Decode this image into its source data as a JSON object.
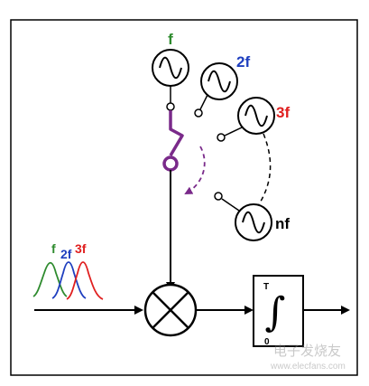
{
  "oscillators": [
    {
      "label": "f",
      "color": "#2e8b2e"
    },
    {
      "label": "2f",
      "color": "#1f3fbf"
    },
    {
      "label": "3f",
      "color": "#e02020"
    },
    {
      "label": "nf",
      "color": "#000000"
    }
  ],
  "spectrum_labels": [
    {
      "text": "f",
      "color": "#2e8b2e"
    },
    {
      "text": "2f",
      "color": "#1f3fbf"
    },
    {
      "text": "3f",
      "color": "#e02020"
    }
  ],
  "integrator": {
    "upper_limit": "T",
    "lower_limit": "0",
    "symbol": "∫"
  },
  "watermark": {
    "cn": "电子发烧友",
    "url": "www.elecfans.com"
  },
  "colors": {
    "switch": "#7a2a8a",
    "stroke": "#000000",
    "dash": "#000000"
  }
}
